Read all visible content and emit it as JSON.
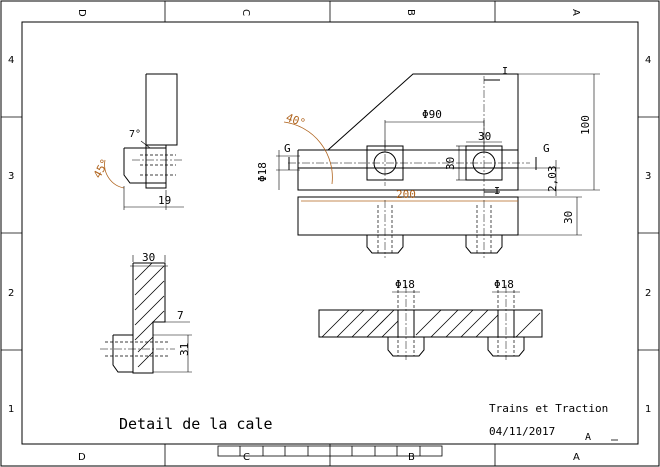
{
  "zones": {
    "columns": [
      "D",
      "C",
      "B",
      "A"
    ],
    "rows": [
      "4",
      "3",
      "2",
      "1"
    ]
  },
  "title_block": {
    "title": "Detail de la cale",
    "company": "Trains et Traction",
    "date": "04/11/2017",
    "sheet_mark": "A"
  },
  "dimensions": {
    "top_angle": "40°",
    "hole_spacing": "Φ90",
    "square_width": "30",
    "height_total": "100",
    "dim_30_side": "30",
    "shaft_dia": "Φ18",
    "gap": "2,03",
    "length": "200",
    "lower_height": "30",
    "detail_angle_small": "7°",
    "detail_angle": "45°",
    "detail_width": "19",
    "section_width": "30",
    "section_step": "7",
    "section_height": "31",
    "hole_dia_1": "Φ18",
    "hole_dia_2": "Φ18"
  },
  "labels": {
    "section_g_left": "G",
    "section_g_right": "G",
    "section_i_top": "I",
    "section_i_bottom": "I"
  }
}
